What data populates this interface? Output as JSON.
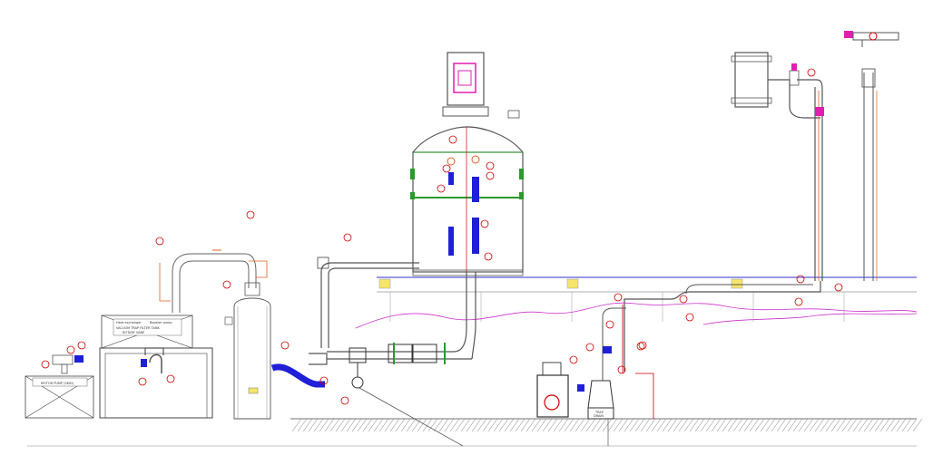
{
  "labels": {
    "hx_left": "Heat exchanger",
    "hx_right": "Booster pump",
    "hx_sub1": "VACUUM TRAP FILTER TANK",
    "hx_sub2": "ROTARY VANE",
    "left_tank": "MOTOR PUMP (SKID)",
    "pump_tag_1": "TRAP",
    "pump_tag_2": "DRAIN"
  },
  "colors": {
    "pipe": "#555555",
    "hose": "#1f1fd8",
    "tag": "#cc0000",
    "handle": "#e01fb0",
    "gasket": "#2a9a2a",
    "platform": "#3333cc",
    "wave": "#cc33cc",
    "ground": "#444444"
  }
}
